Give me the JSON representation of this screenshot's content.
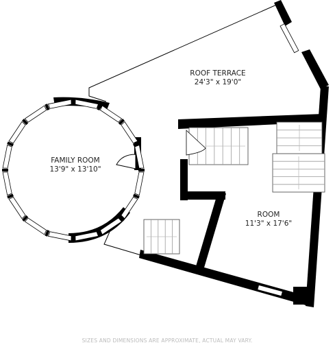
{
  "rooms": [
    {
      "id": "roof-terrace",
      "name": "ROOF TERRACE",
      "dims": "24'3\" x 19'0\""
    },
    {
      "id": "family-room",
      "name": "FAMILY ROOM",
      "dims": "13'9\" x 13'10\""
    },
    {
      "id": "room",
      "name": "ROOM",
      "dims": "11'3\" x 17'6\""
    }
  ],
  "footer": {
    "disclaimer": "SIZES AND DIMENSIONS ARE APPROXIMATE, ACTUAL MAY VARY."
  },
  "colors": {
    "wall": "#000000",
    "background": "#ffffff",
    "stair_line": "#9a9a9a",
    "footer_text": "#bbbbbb"
  }
}
